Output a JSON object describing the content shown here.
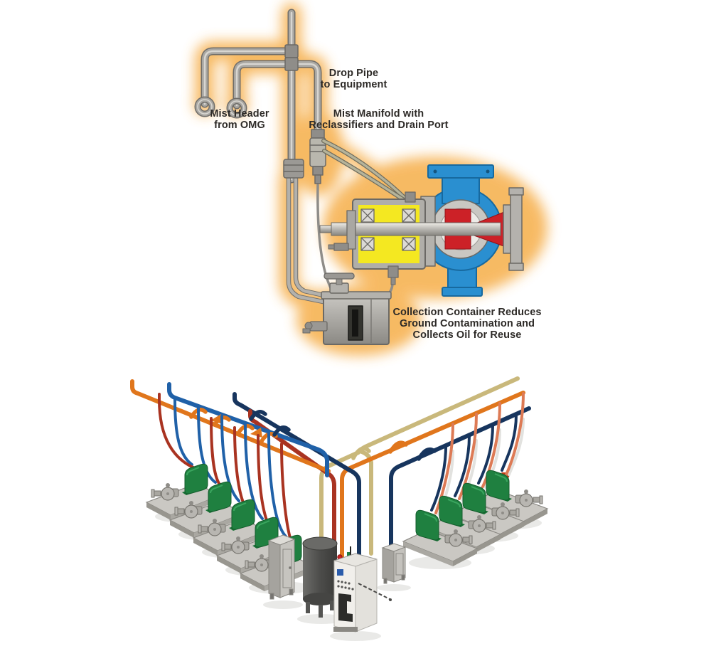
{
  "figure": {
    "top_labels": {
      "drop_pipe": {
        "line1": "Drop Pipe",
        "line2": "to Equipment"
      },
      "mist_header": {
        "line1": "Mist Header",
        "line2": "from OMG"
      },
      "mist_manifold": {
        "line1": "Mist Manifold with",
        "line2": "Reclassifiers and Drain Port"
      },
      "collection_container": {
        "line1": "Collection Container Reduces",
        "line2": "Ground Contamination and",
        "line3": "Collects Oil for Reuse"
      }
    },
    "colors": {
      "glow": "#f5a93c",
      "pipe_gray": "#a9a7a2",
      "pump_casing_blue": "#2a8fd0",
      "bearing_oil_yellow": "#f4e821",
      "impeller_red": "#cc2127",
      "header_tan": "#c9b87b",
      "header_orange": "#e0761c",
      "header_blue": "#2061a8",
      "header_navy": "#17355e",
      "header_red": "#a93321",
      "branch_salmon": "#dd7a55",
      "motor_green": "#1f8040"
    },
    "counts": {
      "left_pumps": 5,
      "right_pumps": 4
    }
  }
}
